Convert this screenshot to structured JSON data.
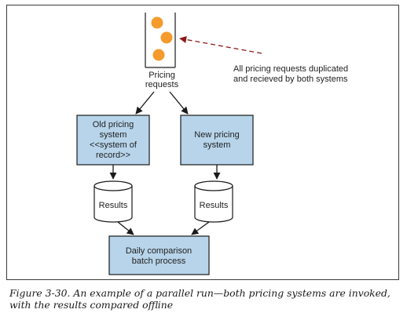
{
  "diagram": {
    "queue_label": [
      "Pricing",
      "requests"
    ],
    "annotation": [
      "All pricing requests duplicated",
      "and recieved by both systems"
    ],
    "old_system": [
      "Old pricing",
      "system",
      "<<system of",
      "record>>"
    ],
    "new_system": [
      "New pricing",
      "system"
    ],
    "results_left": "Results",
    "results_right": "Results",
    "comparison": [
      "Daily comparison",
      "batch process"
    ]
  },
  "caption": {
    "figure_text": "Figure 3-30. An example of a parallel run—both pricing systems are invoked, with the results compared offline"
  },
  "colors": {
    "box_fill": "#b7d4ea",
    "request_dot": "#f59a2c",
    "arrow": "#1a1a1a",
    "dashed_arrow": "#8b1a1a"
  }
}
